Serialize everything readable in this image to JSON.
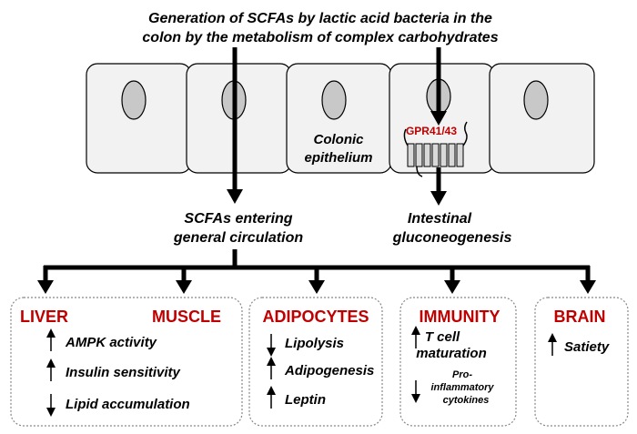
{
  "header": {
    "line1": "Generation of SCFAs by lactic acid bacteria in the",
    "line2": "colon by the metabolism of complex carbohydrates"
  },
  "epithelium": {
    "line1": "Colonic",
    "line2": "epithelium"
  },
  "receptor": "GPR41/43",
  "circulation": {
    "line1": "SCFAs entering",
    "line2": "general circulation"
  },
  "gluconeo": {
    "line1": "Intestinal",
    "line2": "gluconeogenesis"
  },
  "colors": {
    "header_red": "#c00000",
    "cell_fill": "#f2f2f2",
    "nucleus_fill": "#c8c8c8"
  },
  "boxes": {
    "liver_muscle": {
      "title_left": "LIVER",
      "title_right": "MUSCLE",
      "effects": [
        {
          "direction": "up",
          "text": "AMPK activity"
        },
        {
          "direction": "up",
          "text": "Insulin sensitivity"
        },
        {
          "direction": "down",
          "text": "Lipid accumulation"
        }
      ]
    },
    "adipocytes": {
      "title": "ADIPOCYTES",
      "effects": [
        {
          "direction": "down",
          "text": "Lipolysis"
        },
        {
          "direction": "up",
          "text": "Adipogenesis"
        },
        {
          "direction": "up",
          "text": "Leptin"
        }
      ]
    },
    "immunity": {
      "title": "IMMUNITY",
      "effect1": {
        "direction": "up",
        "line1": "T cell",
        "line2": "maturation"
      },
      "effect2": {
        "direction": "down",
        "line1": "Pro-",
        "line2": "inflammatory",
        "line3": "cytokines"
      }
    },
    "brain": {
      "title": "BRAIN",
      "effects": [
        {
          "direction": "up",
          "text": "Satiety"
        }
      ]
    }
  }
}
